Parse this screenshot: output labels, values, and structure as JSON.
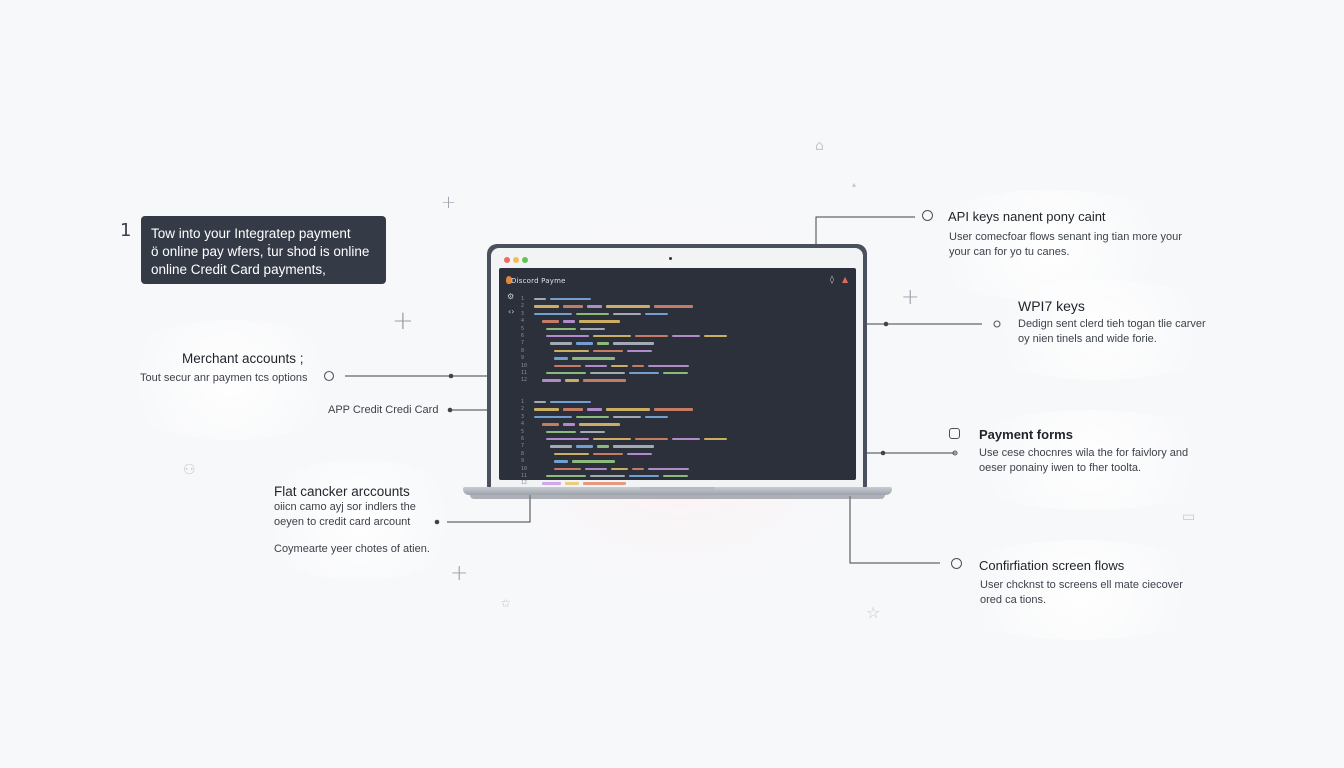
{
  "callout": {
    "number": "1",
    "lines": [
      "Tow into your Integratep payment",
      "ö online pay wfers, ṫur shod is online",
      "online Credit Card payments,"
    ]
  },
  "editor": {
    "title": "Discord Payme",
    "side_icons": [
      "gear-icon",
      "code-icon"
    ],
    "top_right_icons": [
      "bell-icon",
      "alert-icon"
    ]
  },
  "left": {
    "merchant": {
      "title": "Merchant accounts ;",
      "body": "Tout secur anr paymen tcs options"
    },
    "app_label": "APP Credit Credi Card",
    "flat": {
      "title": "Flat cancker arccounts",
      "lines": [
        "oiicn camo ayj sor indlers the",
        "oeyen to credit card arcount"
      ],
      "footer": "Coymearte yeer chotes of atien."
    }
  },
  "right": {
    "api": {
      "title": "API keys nanent pony caint",
      "lines": [
        "User comecfoar flows senant ing tian more your",
        "your can for yo tu canes."
      ]
    },
    "wpi": {
      "title": "WPI7 keys",
      "lines": [
        "Dedign sent clerd tieh togan tlie carver",
        "oy nien tinels and wide forie."
      ]
    },
    "payment_forms": {
      "title": "Payment forms",
      "lines": [
        "Use cese chocnres wila the for faivlory and",
        "oeser ponainy iwen to fher toolta."
      ]
    },
    "confirmation": {
      "title": "Confirfiation screen flows",
      "lines": [
        "User chcknst to screens ell mate ciecover",
        "ored ca tions."
      ]
    }
  },
  "colors": {
    "callout_bg": "#353b46",
    "screen_bg": "#2b303b",
    "traffic_red": "#ee6a5f",
    "traffic_yellow": "#f5bd4f",
    "traffic_green": "#61c554"
  }
}
